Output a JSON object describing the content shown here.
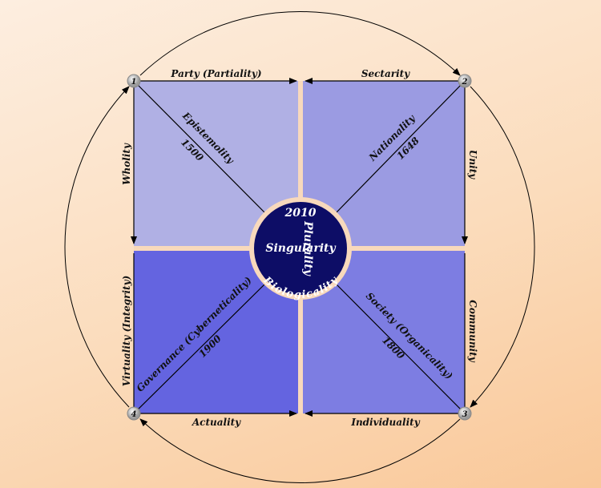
{
  "colors": {
    "q1": "#b0b0e4",
    "q2": "#9b9be2",
    "q3": "#7d7de2",
    "q4": "#6464e0",
    "center": "#0d0d66",
    "gap": "#f8d9bc"
  },
  "edges": {
    "top_left": "Party (Partiality)",
    "top_right": "Sectarity",
    "right": "Unity",
    "bottom_right": "Individuality",
    "bottom_left": "Actuality",
    "left_bottom": "Virtuality (Integrity)",
    "left_top": "Wholity",
    "right_bottom": "Community"
  },
  "diagonals": {
    "tl": {
      "label": "Epistemolity",
      "year": "1500"
    },
    "tr": {
      "label": "Nationality",
      "year": "1648"
    },
    "br": {
      "label": "Society (Organicality)",
      "year": "1800"
    },
    "bl": {
      "label": "Governance (Cyberneticality)",
      "year": "1900"
    }
  },
  "center": {
    "year": "2010",
    "horizontal": "Singularity",
    "vertical": "Plurality",
    "bottom": "Biologicality"
  },
  "nodes": [
    "1",
    "2",
    "3",
    "4"
  ]
}
